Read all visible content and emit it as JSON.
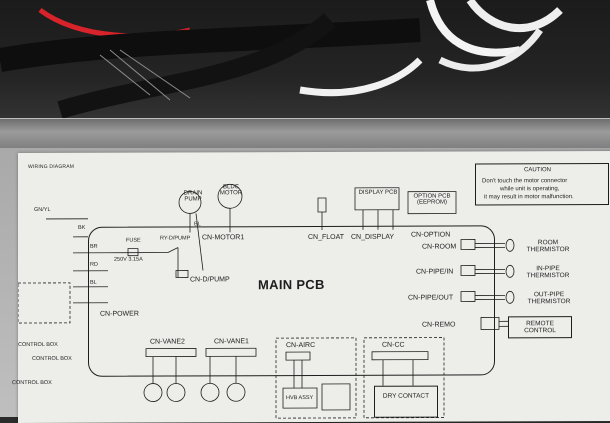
{
  "label": {
    "wiring_diagram": "WIRING DIAGRAM",
    "caution_title": "CAUTION",
    "caution_text_1": "Don't touch the motor connector",
    "caution_text_2": "while unit is operating,",
    "caution_text_3": "it may result in motor malfunction.",
    "main_pcb": "MAIN PCB",
    "components": {
      "drain_pump": "DRAIN PUMP",
      "bldc_motor": "BLDC MOTOR",
      "display_pcb": "DISPLAY PCB",
      "option_pcb": "OPTION PCB (EEPROM)",
      "room_thermistor": "ROOM THERMISTOR",
      "in_pipe_thermistor": "IN-PIPE THERMISTOR",
      "out_pipe_thermistor": "OUT-PIPE THERMISTOR",
      "remote_control": "REMOTE CONTROL",
      "dry_contact": "DRY CONTACT",
      "hvb_assy": "HVB ASSY",
      "fuse": "FUSE",
      "fuse_rating": "250V 3.15A",
      "ry_dpump": "RY-D/PUMP"
    },
    "connectors": {
      "cn_motor1": "CN-MOTOR1",
      "cn_float": "CN_FLOAT",
      "cn_display": "CN_DISPLAY",
      "cn_option": "CN-OPTION",
      "cn_room": "CN-ROOM",
      "cn_pipe_in": "CN-PIPE/IN",
      "cn_pipe_out": "CN-PIPE/OUT",
      "cn_remo": "CN-REMO",
      "cn_dpump": "CN-D/PUMP",
      "cn_power": "CN-POWER",
      "cn_vane2": "CN-VANE2",
      "cn_vane1": "CN-VANE1",
      "cn_airc": "CN-AIRC",
      "cn_cc": "CN-CC"
    },
    "wire_codes": {
      "gn_yl": "GN/YL",
      "bk": "BK",
      "br": "BR",
      "rd": "RD",
      "bl": "BL",
      "bl2": "BL"
    },
    "bottom_left": {
      "control_box_1": "CONTROL BOX",
      "control_box_2": "CONTROL BOX",
      "control_box_3": "CONTROL BOX"
    }
  }
}
